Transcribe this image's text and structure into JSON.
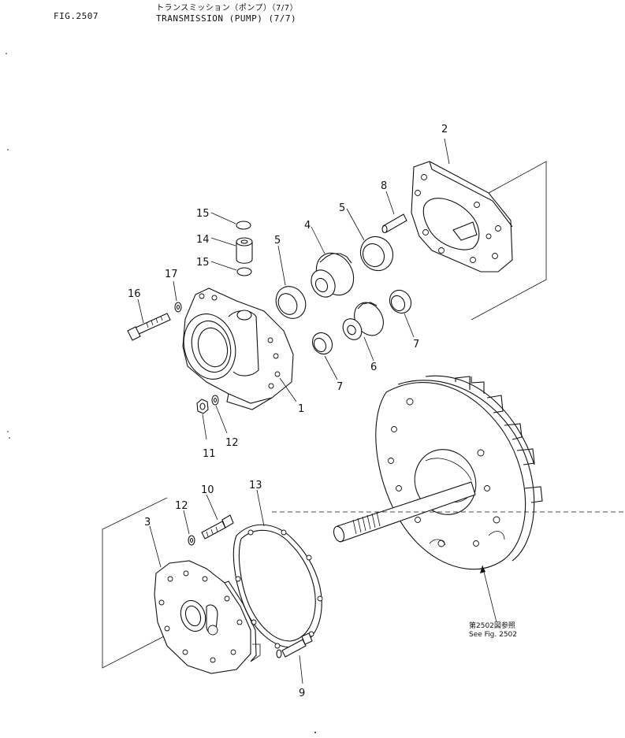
{
  "header": {
    "fig_number": "FIG.2507",
    "title_jp": "トランスミッション（ポンプ）（7/7）",
    "title_en": "TRANSMISSION (PUMP) (7/7)"
  },
  "callouts": [
    {
      "id": "c2",
      "label": "2"
    },
    {
      "id": "c8",
      "label": "8"
    },
    {
      "id": "c5a",
      "label": "5"
    },
    {
      "id": "c4",
      "label": "4"
    },
    {
      "id": "c5b",
      "label": "5"
    },
    {
      "id": "c15a",
      "label": "15"
    },
    {
      "id": "c14",
      "label": "14"
    },
    {
      "id": "c15b",
      "label": "15"
    },
    {
      "id": "c17",
      "label": "17"
    },
    {
      "id": "c16",
      "label": "16"
    },
    {
      "id": "c7a",
      "label": "7"
    },
    {
      "id": "c6",
      "label": "6"
    },
    {
      "id": "c7b",
      "label": "7"
    },
    {
      "id": "c1",
      "label": "1"
    },
    {
      "id": "c11",
      "label": "11"
    },
    {
      "id": "c12a",
      "label": "12"
    },
    {
      "id": "c13",
      "label": "13"
    },
    {
      "id": "c10",
      "label": "10"
    },
    {
      "id": "c12b",
      "label": "12"
    },
    {
      "id": "c3",
      "label": "3"
    },
    {
      "id": "c9",
      "label": "9"
    }
  ],
  "reference_note": {
    "line_jp": "第2502図参照",
    "line_en": "See Fig. 2502"
  }
}
